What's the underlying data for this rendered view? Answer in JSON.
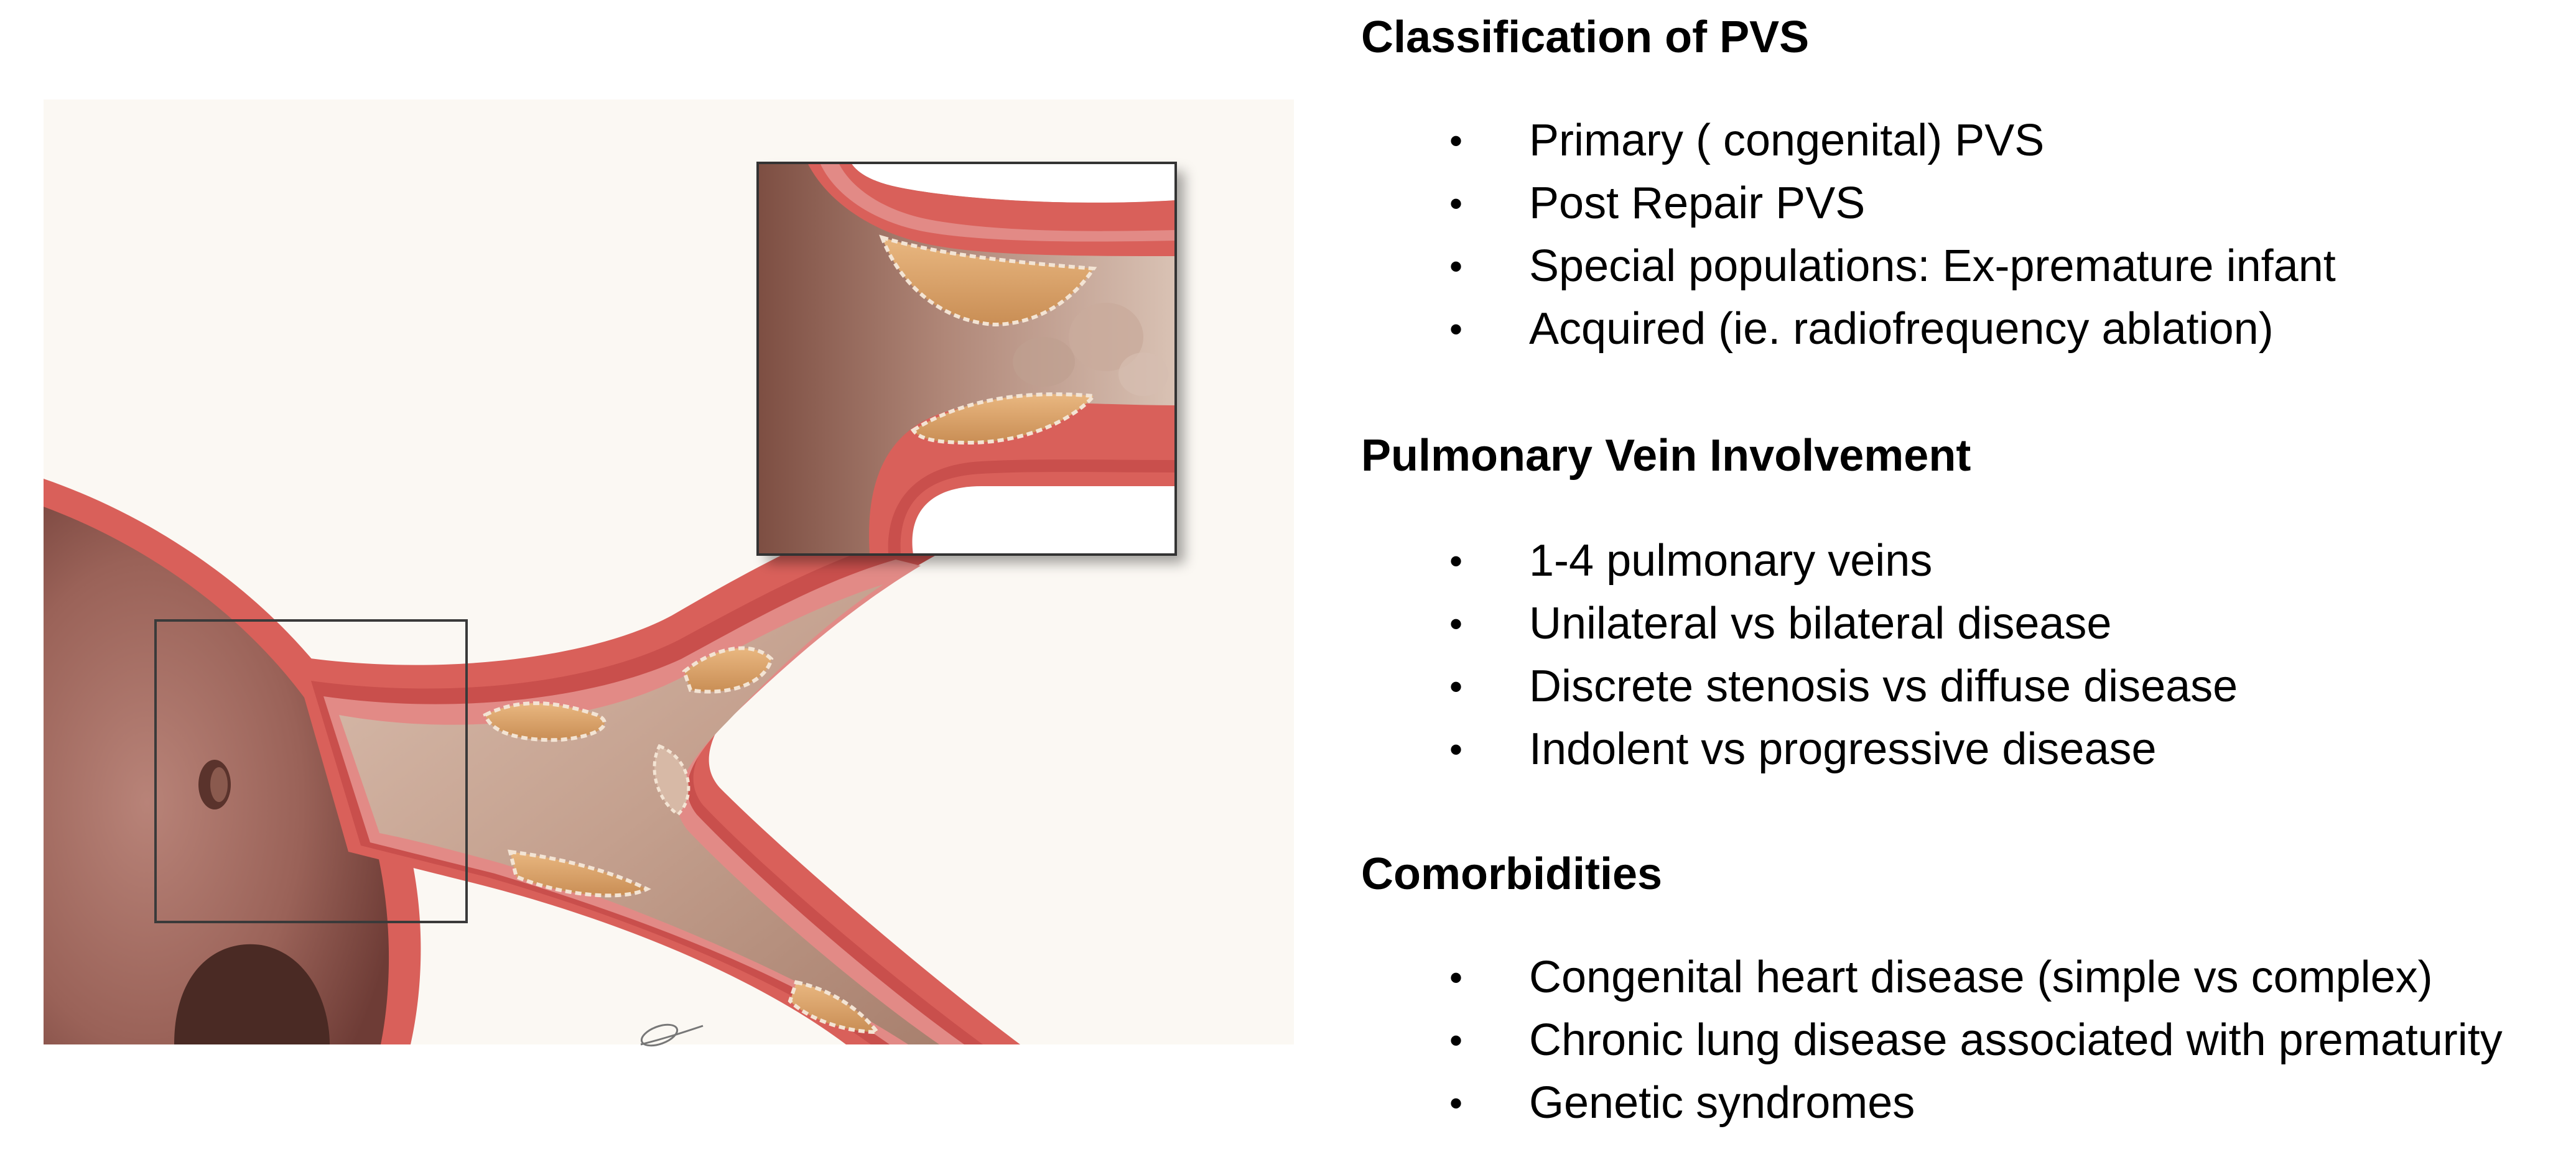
{
  "sections": [
    {
      "title": "Classification of PVS",
      "items": [
        "Primary ( congenital) PVS",
        "Post Repair PVS",
        "Special populations: Ex-premature infant",
        "Acquired  (ie. radiofrequency ablation)"
      ]
    },
    {
      "title": "Pulmonary Vein Involvement",
      "items": [
        "1-4 pulmonary veins",
        "Unilateral vs bilateral disease",
        "Discrete stenosis vs diffuse disease",
        "Indolent vs progressive disease"
      ]
    },
    {
      "title": "Comorbidities",
      "items": [
        "Congenital heart disease (simple vs complex)",
        "Chronic lung disease associated with prematurity",
        "Genetic syndromes"
      ]
    }
  ],
  "bullet_glyph": "•",
  "colors": {
    "vessel_wall": "#e57a72",
    "vessel_dark": "#c9504e",
    "wall_layer": "#d9918f",
    "lumen": "#c9a99a",
    "lumen_dark": "#9b7060",
    "stenosis_tissue": "#e0a46c",
    "atrium": "#a87065",
    "inset_border": "#333333",
    "background_tint": "#faf7f2"
  }
}
